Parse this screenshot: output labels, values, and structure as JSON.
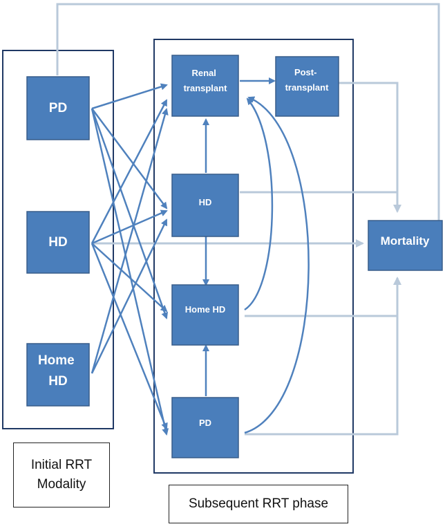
{
  "colors": {
    "node_fill": "#4a7ebb",
    "node_stroke": "#385d8a",
    "arrow_blue": "#4f81bd",
    "arrow_gray": "#b9c9da",
    "frame": "#1f3864"
  },
  "initial_modality": {
    "pd": [
      "PD"
    ],
    "hd": [
      "HD"
    ],
    "home_hd": [
      "Home",
      "HD"
    ]
  },
  "subsequent_phase": {
    "renal_transplant": [
      "Renal",
      "transplant"
    ],
    "post_transplant": [
      "Post-",
      "transplant"
    ],
    "hd": [
      "HD"
    ],
    "home_hd": [
      "Home HD"
    ],
    "pd": [
      "PD"
    ]
  },
  "outcome": {
    "mortality": [
      "Mortality"
    ]
  },
  "captions": {
    "initial": "Initial RRT Modality",
    "subsequent": "Subsequent RRT phase"
  }
}
